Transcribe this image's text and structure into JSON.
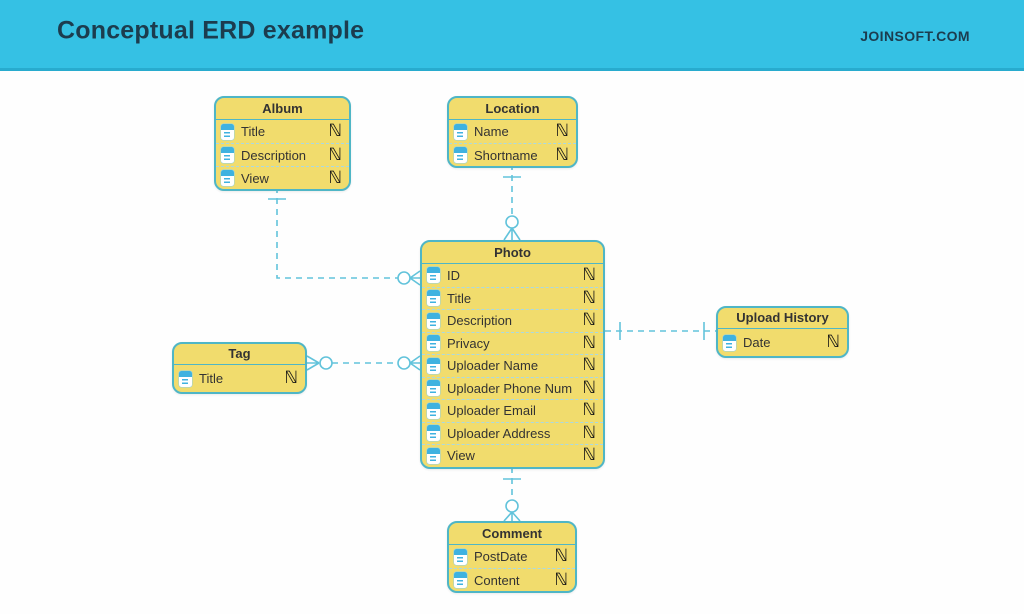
{
  "header": {
    "title": "Conceptual ERD example",
    "brand": "JOINSOFT.COM"
  },
  "colors": {
    "header_bg": "#35c1e4",
    "header_text": "#1c3c4e",
    "entity_fill": "#f1dc6d",
    "entity_border": "#4fb6c6",
    "connector": "#62c3db",
    "attribute_text": "#333333"
  },
  "entities": [
    {
      "name": "Album",
      "attributes": [
        {
          "icon": "attribute-icon",
          "label": "Title",
          "type": "ℕ"
        },
        {
          "icon": "attribute-icon",
          "label": "Description",
          "type": "ℕ"
        },
        {
          "icon": "attribute-icon",
          "label": "View",
          "type": "ℕ"
        }
      ]
    },
    {
      "name": "Location",
      "attributes": [
        {
          "icon": "attribute-icon",
          "label": "Name",
          "type": "ℕ"
        },
        {
          "icon": "attribute-icon",
          "label": "Shortname",
          "type": "ℕ"
        }
      ]
    },
    {
      "name": "Photo",
      "attributes": [
        {
          "icon": "attribute-icon",
          "label": "ID",
          "type": "ℕ"
        },
        {
          "icon": "attribute-icon",
          "label": "Title",
          "type": "ℕ"
        },
        {
          "icon": "attribute-icon",
          "label": "Description",
          "type": "ℕ"
        },
        {
          "icon": "attribute-icon",
          "label": "Privacy",
          "type": "ℕ"
        },
        {
          "icon": "attribute-icon",
          "label": "Uploader Name",
          "type": "ℕ"
        },
        {
          "icon": "attribute-icon",
          "label": "Uploader Phone Num",
          "type": "ℕ"
        },
        {
          "icon": "attribute-icon",
          "label": "Uploader Email",
          "type": "ℕ"
        },
        {
          "icon": "attribute-icon",
          "label": "Uploader Address",
          "type": "ℕ"
        },
        {
          "icon": "attribute-icon",
          "label": "View",
          "type": "ℕ"
        }
      ]
    },
    {
      "name": "Tag",
      "attributes": [
        {
          "icon": "attribute-icon",
          "label": "Title",
          "type": "ℕ"
        }
      ]
    },
    {
      "name": "Upload History",
      "attributes": [
        {
          "icon": "attribute-icon",
          "label": "Date",
          "type": "ℕ"
        }
      ]
    },
    {
      "name": "Comment",
      "attributes": [
        {
          "icon": "attribute-icon",
          "label": "PostDate",
          "type": "ℕ"
        },
        {
          "icon": "attribute-icon",
          "label": "Content",
          "type": "ℕ"
        }
      ]
    }
  ],
  "relationships": [
    {
      "from": "Album",
      "to": "Photo",
      "from_end": "one",
      "to_end": "zero-or-many",
      "line": "dashed"
    },
    {
      "from": "Location",
      "to": "Photo",
      "from_end": "one",
      "to_end": "zero-or-many",
      "line": "dashed"
    },
    {
      "from": "Tag",
      "to": "Photo",
      "from_end": "zero-or-many",
      "to_end": "zero-or-many",
      "line": "dashed"
    },
    {
      "from": "Photo",
      "to": "Upload History",
      "from_end": "one",
      "to_end": "one",
      "line": "dashed"
    },
    {
      "from": "Photo",
      "to": "Comment",
      "from_end": "one",
      "to_end": "zero-or-many",
      "line": "dashed"
    }
  ]
}
